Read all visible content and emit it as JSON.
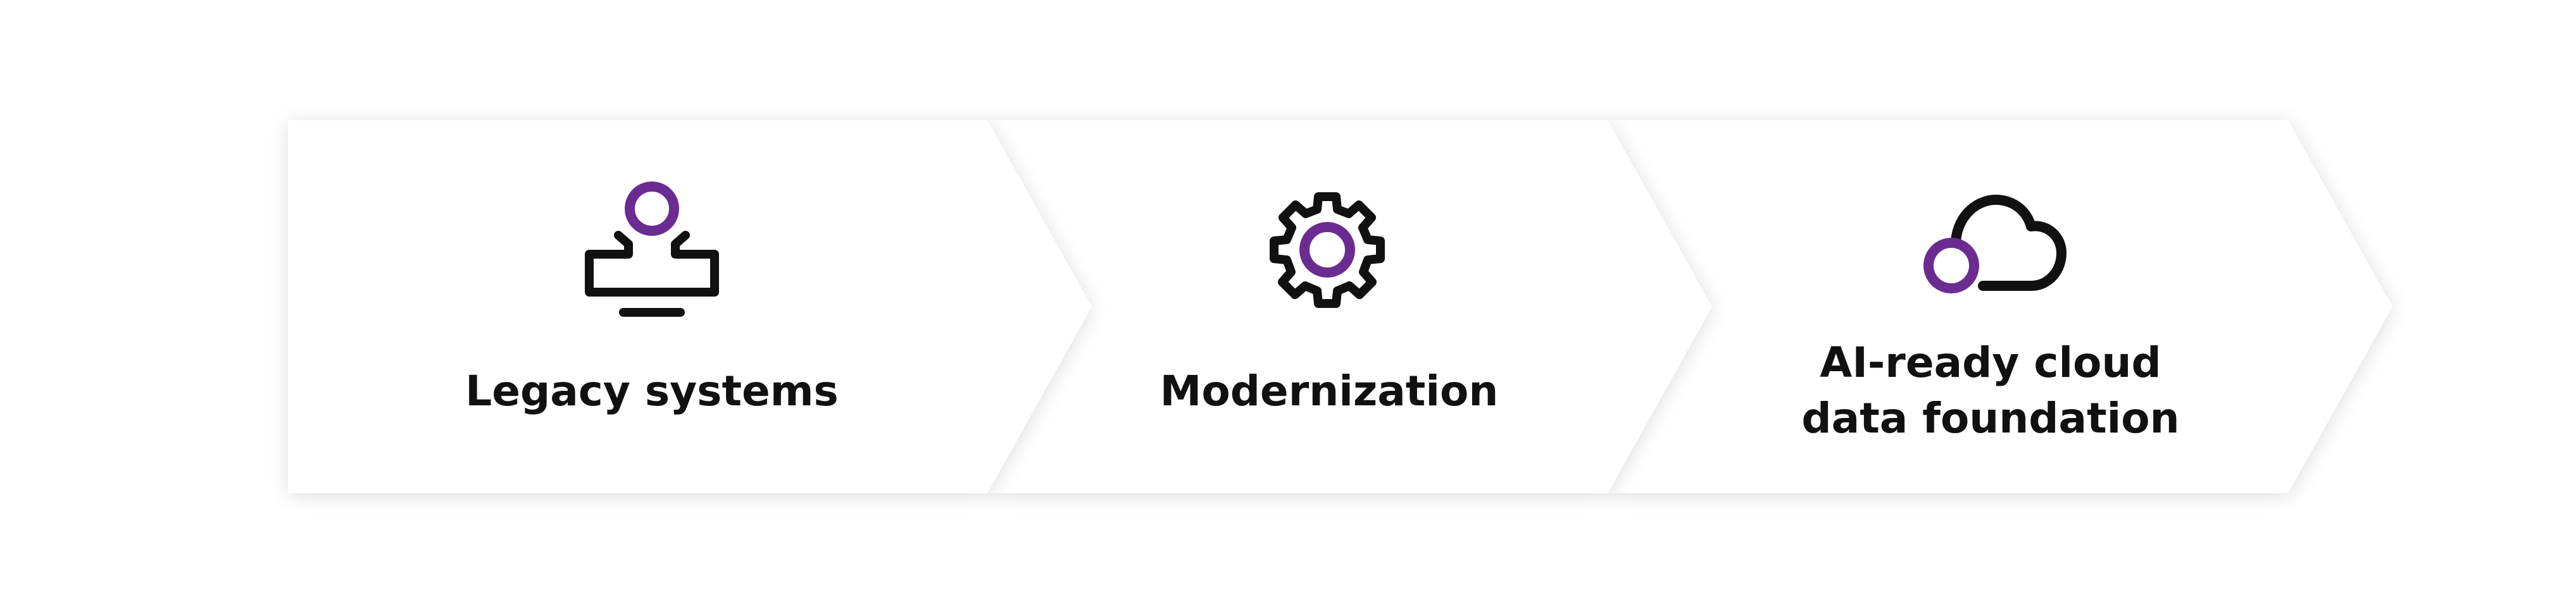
{
  "steps": [
    {
      "label": "Legacy systems",
      "icon": "legacy-system-monitor-icon"
    },
    {
      "label": "Modernization",
      "icon": "gear-icon"
    },
    {
      "label_lines": [
        "AI-ready cloud",
        "data foundation"
      ],
      "icon": "cloud-icon"
    }
  ],
  "colors": {
    "accent": "#6a2c91",
    "stroke": "#111111",
    "chevron_fill": "#ffffff",
    "background": "#ffffff"
  }
}
